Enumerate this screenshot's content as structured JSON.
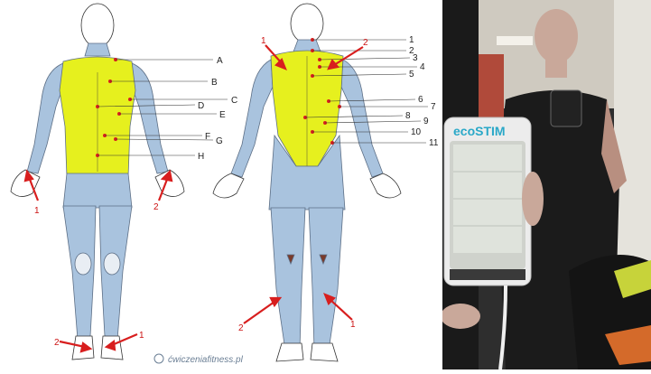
{
  "front_labels": [
    "A",
    "B",
    "C",
    "D",
    "E",
    "F",
    "G",
    "H"
  ],
  "back_labels": [
    "1",
    "2",
    "3",
    "4",
    "5",
    "6",
    "7",
    "8",
    "9",
    "10",
    "11"
  ],
  "red_markers": {
    "front_left_wrist": "1",
    "front_right_wrist": "2",
    "front_left_ankle": "2",
    "front_right_ankle": "1",
    "back_top_left": "1",
    "back_top_right": "2",
    "back_left_calf": "2",
    "back_right_calf": "1"
  },
  "watermark": "ćwiczeniafitness.pl",
  "device": {
    "brand": "ecoSTIM",
    "buttons": [
      "",
      ""
    ]
  },
  "colors": {
    "muscle_blue": "#a9c3de",
    "highlight_yellow": "#e6f01e",
    "marker_red": "#d81e1e",
    "ecostim_blue": "#2aa8c8"
  }
}
